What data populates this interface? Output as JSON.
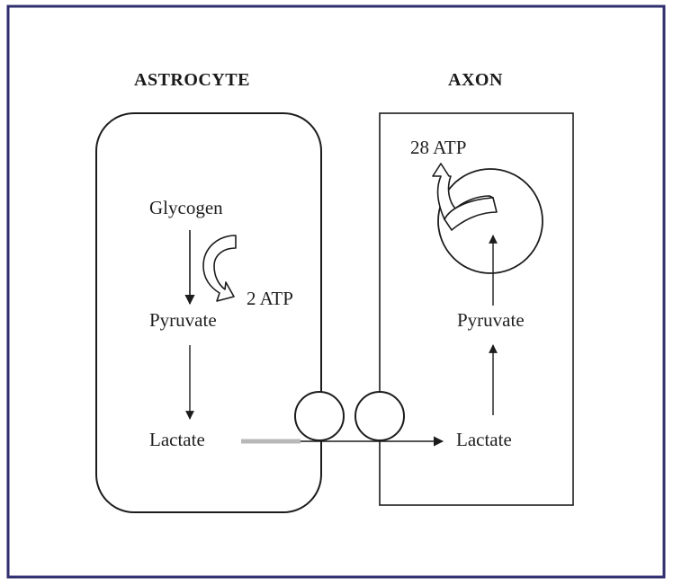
{
  "colors": {
    "frame": "#2e2e6e",
    "line": "#1c1c1c",
    "text": "#1a1a1a",
    "grey_connector": "#b8b8b8"
  },
  "astrocyte": {
    "title": "ASTROCYTE",
    "glycogen": "Glycogen",
    "pyruvate": "Pyruvate",
    "lactate": "Lactate",
    "atp": "2 ATP"
  },
  "axon": {
    "title": "AXON",
    "pyruvate": "Pyruvate",
    "lactate": "Lactate",
    "atp": "28 ATP"
  }
}
